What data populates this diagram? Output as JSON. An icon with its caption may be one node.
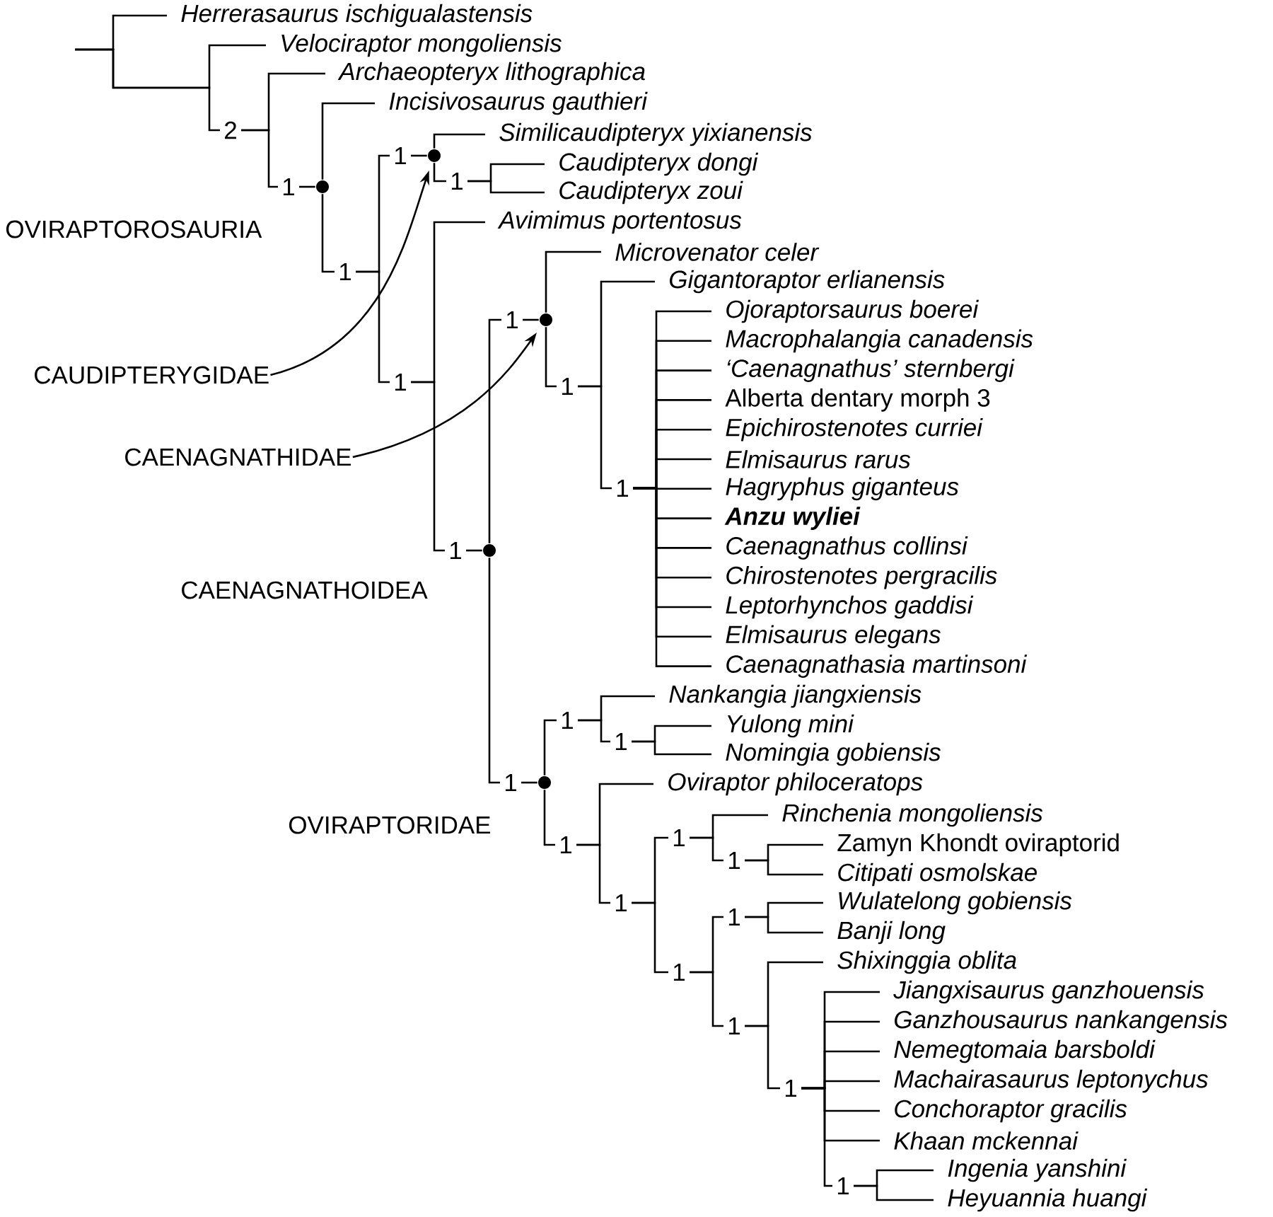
{
  "diagram": {
    "nodes": [
      {
        "text": [
          "Herrerasaurus ischigualastensis"
        ]
      },
      {
        "text": [
          "Velociraptor mongoliensis"
        ]
      },
      {
        "text": [
          "Archaeopteryx lithographica"
        ]
      },
      {
        "text": [
          "Incisivosaurus gauthieri"
        ]
      },
      {
        "text": [
          "Similicaudipteryx yixianensis"
        ]
      },
      {
        "text": [
          "Caudipteryx dongi"
        ]
      },
      {
        "text": [
          "Caudipteryx zoui"
        ]
      },
      {
        "text": [
          "Avimimus portentosus"
        ]
      },
      {
        "text": [
          "Microvenator celer"
        ]
      },
      {
        "text": [
          "Gigantoraptor erlianensis"
        ]
      },
      {
        "text": [
          "Ojoraptorsaurus boerei"
        ]
      },
      {
        "text": [
          "Macrophalangia canadensis"
        ]
      },
      {
        "text": [
          "‘Caenagnathus’ sternbergi"
        ]
      },
      {
        "text": [
          "Alberta dentary morph 3"
        ]
      },
      {
        "text": [
          "Epichirostenotes curriei"
        ]
      },
      {
        "text": [
          "Elmisaurus rarus"
        ]
      },
      {
        "text": [
          "Hagryphus giganteus"
        ]
      },
      {
        "text": [
          "Anzu wyliei"
        ]
      },
      {
        "text": [
          "Caenagnathus collinsi"
        ]
      },
      {
        "text": [
          "Chirostenotes pergracilis"
        ]
      },
      {
        "text": [
          "Leptorhynchos gaddisi"
        ]
      },
      {
        "text": [
          "Elmisaurus elegans"
        ]
      },
      {
        "text": [
          "Caenagnathasia martinsoni"
        ]
      },
      {
        "text": [
          "Nankangia jiangxiensis"
        ]
      },
      {
        "text": [
          "Yulong mini"
        ]
      },
      {
        "text": [
          "Nomingia gobiensis"
        ]
      },
      {
        "text": [
          "Oviraptor philoceratops"
        ]
      },
      {
        "text": [
          "Rinchenia mongoliensis"
        ]
      },
      {
        "text": [
          "Zamyn Khondt oviraptorid"
        ]
      },
      {
        "text": [
          "Citipati osmolskae"
        ]
      },
      {
        "text": [
          "Wulatelong gobiensis"
        ]
      },
      {
        "text": [
          "Banji long"
        ]
      },
      {
        "text": [
          "Shixinggia oblita"
        ]
      },
      {
        "text": [
          "Jiangxisaurus ganzhouensis"
        ]
      },
      {
        "text": [
          "Ganzhousaurus nankangensis"
        ]
      },
      {
        "text": [
          "Nemegtomaia barsboldi"
        ]
      },
      {
        "text": [
          "Machairasaurus leptonychus"
        ]
      },
      {
        "text": [
          "Conchoraptor gracilis"
        ]
      },
      {
        "text": [
          "Khaan mckennai"
        ]
      },
      {
        "text": [
          "Ingenia yanshini"
        ]
      },
      {
        "text": [
          "Heyuannia huangi"
        ]
      },
      {
        "text": [
          "2"
        ]
      },
      {
        "text": [
          "1"
        ]
      },
      {
        "text": [],
        "shape": "circle"
      },
      {
        "text": [
          "1"
        ]
      },
      {
        "text": [
          "1"
        ]
      },
      {
        "text": [],
        "shape": "circle"
      },
      {
        "text": [
          "1"
        ]
      },
      {
        "text": [
          "1"
        ]
      },
      {
        "text": [
          "1"
        ]
      },
      {
        "text": [],
        "shape": "circle"
      },
      {
        "text": [
          "1"
        ]
      },
      {
        "text": [],
        "shape": "circle"
      },
      {
        "text": [
          "1"
        ]
      },
      {
        "text": [
          "1"
        ]
      },
      {
        "text": [
          "1"
        ]
      },
      {
        "text": [],
        "shape": "circle"
      },
      {
        "text": [
          "1"
        ]
      },
      {
        "text": [
          "1"
        ]
      },
      {
        "text": [
          "1"
        ]
      },
      {
        "text": [
          "1"
        ]
      },
      {
        "text": [
          "1"
        ]
      },
      {
        "text": [
          "1"
        ]
      },
      {
        "text": [
          "1"
        ]
      },
      {
        "text": [
          "1"
        ]
      },
      {
        "text": [
          "1"
        ]
      },
      {
        "text": [
          "1"
        ]
      },
      {
        "text": [
          "1"
        ]
      },
      {
        "text": [
          "CAUDIPTERYGIDAE"
        ]
      },
      {
        "text": [
          "CAENAGNATHIDAE"
        ]
      }
    ],
    "edges": [
      {
        "from": null,
        "to": 0,
        "arrow": "none"
      },
      {
        "from": null,
        "to": 1,
        "arrow": "none"
      },
      {
        "from": null,
        "to": 41,
        "arrow": "none"
      },
      {
        "from": 41,
        "to": 2,
        "arrow": "none"
      },
      {
        "from": 41,
        "to": 42,
        "arrow": "none"
      },
      {
        "from": 42,
        "to": 43,
        "arrow": "none"
      },
      {
        "from": 43,
        "to": 3,
        "arrow": "none"
      },
      {
        "from": 43,
        "to": 44,
        "arrow": "none"
      },
      {
        "from": 44,
        "to": 45,
        "arrow": "none"
      },
      {
        "from": 44,
        "to": 48,
        "arrow": "none"
      },
      {
        "from": 45,
        "to": 46,
        "arrow": "none"
      },
      {
        "from": 46,
        "to": 4,
        "arrow": "none"
      },
      {
        "from": 46,
        "to": 47,
        "arrow": "none"
      },
      {
        "from": 47,
        "to": 5,
        "arrow": "none"
      },
      {
        "from": 47,
        "to": 6,
        "arrow": "none"
      },
      {
        "from": 48,
        "to": 7,
        "arrow": "none"
      },
      {
        "from": 48,
        "to": 49,
        "arrow": "none"
      },
      {
        "from": 49,
        "to": 50,
        "arrow": "none"
      },
      {
        "from": 50,
        "to": 51,
        "arrow": "none"
      },
      {
        "from": 50,
        "to": 55,
        "arrow": "none"
      },
      {
        "from": 51,
        "to": 52,
        "arrow": "none"
      },
      {
        "from": 52,
        "to": 8,
        "arrow": "none"
      },
      {
        "from": 52,
        "to": 53,
        "arrow": "none"
      },
      {
        "from": 53,
        "to": 9,
        "arrow": "none"
      },
      {
        "from": 53,
        "to": 54,
        "arrow": "none"
      },
      {
        "from": 54,
        "to": 10,
        "arrow": "none"
      },
      {
        "from": 54,
        "to": 11,
        "arrow": "none"
      },
      {
        "from": 54,
        "to": 12,
        "arrow": "none"
      },
      {
        "from": 54,
        "to": 13,
        "arrow": "none"
      },
      {
        "from": 54,
        "to": 14,
        "arrow": "none"
      },
      {
        "from": 54,
        "to": 15,
        "arrow": "none"
      },
      {
        "from": 54,
        "to": 16,
        "arrow": "none"
      },
      {
        "from": 54,
        "to": 17,
        "arrow": "none"
      },
      {
        "from": 54,
        "to": 18,
        "arrow": "none"
      },
      {
        "from": 54,
        "to": 19,
        "arrow": "none"
      },
      {
        "from": 54,
        "to": 20,
        "arrow": "none"
      },
      {
        "from": 54,
        "to": 21,
        "arrow": "none"
      },
      {
        "from": 54,
        "to": 22,
        "arrow": "none"
      },
      {
        "from": 55,
        "to": 56,
        "arrow": "none"
      },
      {
        "from": 56,
        "to": 57,
        "arrow": "none"
      },
      {
        "from": 56,
        "to": 59,
        "arrow": "none"
      },
      {
        "from": 57,
        "to": 23,
        "arrow": "none"
      },
      {
        "from": 57,
        "to": 58,
        "arrow": "none"
      },
      {
        "from": 58,
        "to": 24,
        "arrow": "none"
      },
      {
        "from": 58,
        "to": 25,
        "arrow": "none"
      },
      {
        "from": 59,
        "to": 26,
        "arrow": "none"
      },
      {
        "from": 59,
        "to": 60,
        "arrow": "none"
      },
      {
        "from": 60,
        "to": 61,
        "arrow": "none"
      },
      {
        "from": 60,
        "to": 63,
        "arrow": "none"
      },
      {
        "from": 61,
        "to": 27,
        "arrow": "none"
      },
      {
        "from": 61,
        "to": 62,
        "arrow": "none"
      },
      {
        "from": 62,
        "to": 28,
        "arrow": "none"
      },
      {
        "from": 62,
        "to": 29,
        "arrow": "none"
      },
      {
        "from": 63,
        "to": 64,
        "arrow": "none"
      },
      {
        "from": 63,
        "to": 65,
        "arrow": "none"
      },
      {
        "from": 64,
        "to": 30,
        "arrow": "none"
      },
      {
        "from": 64,
        "to": 31,
        "arrow": "none"
      },
      {
        "from": 65,
        "to": 32,
        "arrow": "none"
      },
      {
        "from": 65,
        "to": 66,
        "arrow": "none"
      },
      {
        "from": 66,
        "to": 33,
        "arrow": "none"
      },
      {
        "from": 66,
        "to": 34,
        "arrow": "none"
      },
      {
        "from": 66,
        "to": 35,
        "arrow": "none"
      },
      {
        "from": 66,
        "to": 36,
        "arrow": "none"
      },
      {
        "from": 66,
        "to": 37,
        "arrow": "none"
      },
      {
        "from": 66,
        "to": 38,
        "arrow": "none"
      },
      {
        "from": 66,
        "to": 67,
        "arrow": "none"
      },
      {
        "from": 67,
        "to": 39,
        "arrow": "none"
      },
      {
        "from": 67,
        "to": 40,
        "arrow": "none"
      },
      {
        "from": 68,
        "to": 46,
        "arrow": "to"
      },
      {
        "from": 69,
        "to": 52,
        "arrow": "to"
      }
    ],
    "labels": [
      "OVIRAPTOROSAURIA",
      "CAENAGNATHOIDEA",
      "OVIRAPTORIDAE"
    ]
  }
}
